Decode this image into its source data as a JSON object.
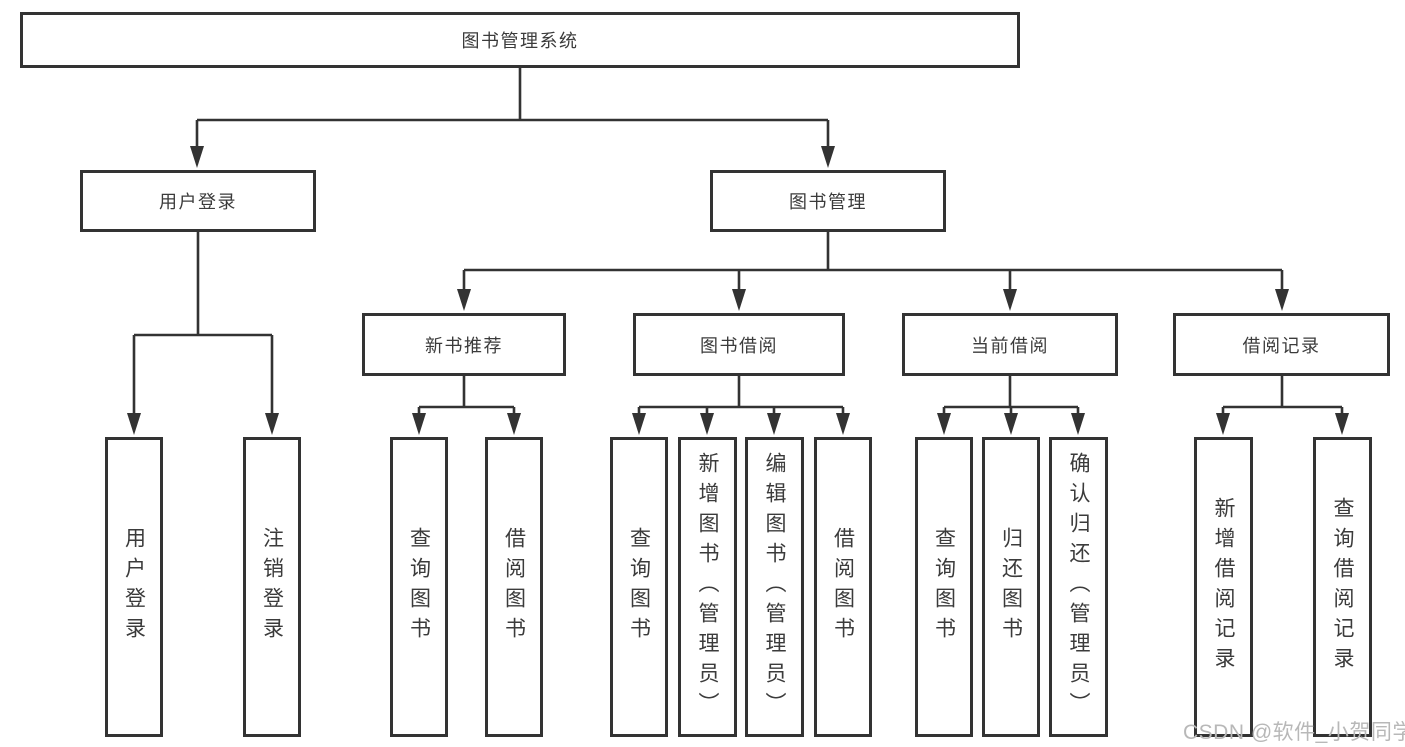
{
  "diagram": {
    "root": {
      "label": "图书管理系统"
    },
    "level2": {
      "user_login": {
        "label": "用户登录"
      },
      "book_management": {
        "label": "图书管理"
      }
    },
    "level3": {
      "new_book_recommend": {
        "label": "新书推荐"
      },
      "book_borrow": {
        "label": "图书借阅"
      },
      "current_borrow": {
        "label": "当前借阅"
      },
      "borrow_records": {
        "label": "借阅记录"
      }
    },
    "leaves": {
      "user_login": [
        "用户登录",
        "注销登录"
      ],
      "new_book_recommend": [
        "查询图书",
        "借阅图书"
      ],
      "book_borrow": [
        "查询图书",
        "新增图书（管理员）",
        "编辑图书（管理员）",
        "借阅图书"
      ],
      "current_borrow": [
        "查询图书",
        "归还图书",
        "确认归还（管理员）"
      ],
      "borrow_records": [
        "新增借阅记录",
        "查询借阅记录"
      ]
    }
  },
  "watermark": {
    "text": "CSDN @软件_小贺同学"
  },
  "colors": {
    "line": "#333333",
    "text": "#3b3b3b",
    "watermark": "#b8b8b8",
    "background": "#ffffff"
  }
}
